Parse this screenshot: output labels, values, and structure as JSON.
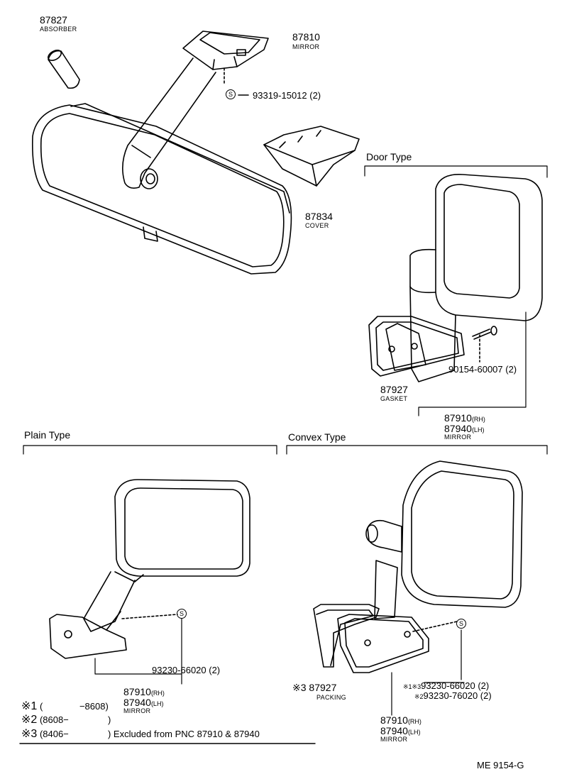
{
  "diagram": {
    "code": "ME 9154-G",
    "inner": {
      "absorber": {
        "pn": "87827",
        "name": "ABSORBER"
      },
      "mirror": {
        "pn": "87810",
        "name": "MIRROR"
      },
      "screw": {
        "marker": "S",
        "pn": "93319-15012 (2)"
      },
      "cover": {
        "pn": "87834",
        "name": "COVER"
      }
    },
    "door": {
      "title": "Door Type",
      "bolt": {
        "pn": "90154-60007 (2)"
      },
      "gasket": {
        "pn": "87927",
        "name": "GASKET"
      },
      "mirror_rh": {
        "pn": "87910",
        "side": "(RH)"
      },
      "mirror_lh": {
        "pn": "87940",
        "side": "(LH)"
      },
      "mirror_name": "MIRROR"
    },
    "plain": {
      "title": "Plain Type",
      "screw": {
        "marker": "S",
        "pn": "93230-66020 (2)"
      },
      "mirror_rh": {
        "pn": "87910",
        "side": "(RH)"
      },
      "mirror_lh": {
        "pn": "87940",
        "side": "(LH)"
      },
      "mirror_name": "MIRROR"
    },
    "convex": {
      "title": "Convex Type",
      "screw": {
        "marker": "S"
      },
      "packing": {
        "mark": "※3",
        "pn": "87927",
        "name": "PACKING"
      },
      "screw1": {
        "mark": "※1※3",
        "pn": "93230-66020 (2)"
      },
      "screw2": {
        "mark": "※2",
        "pn": "93230-76020 (2)"
      },
      "mirror_rh": {
        "pn": "87910",
        "side": "(RH)"
      },
      "mirror_lh": {
        "pn": "87940",
        "side": "(LH)"
      },
      "mirror_name": "MIRROR"
    },
    "notes": [
      {
        "mark": "※1",
        "open": "(",
        "range": "−8608)"
      },
      {
        "mark": "※2",
        "open": "(8608−",
        "range": ")"
      },
      {
        "mark": "※3",
        "open": "(8406−",
        "range": ")",
        "text": "Excluded from PNC 87910 & 87940"
      }
    ]
  }
}
